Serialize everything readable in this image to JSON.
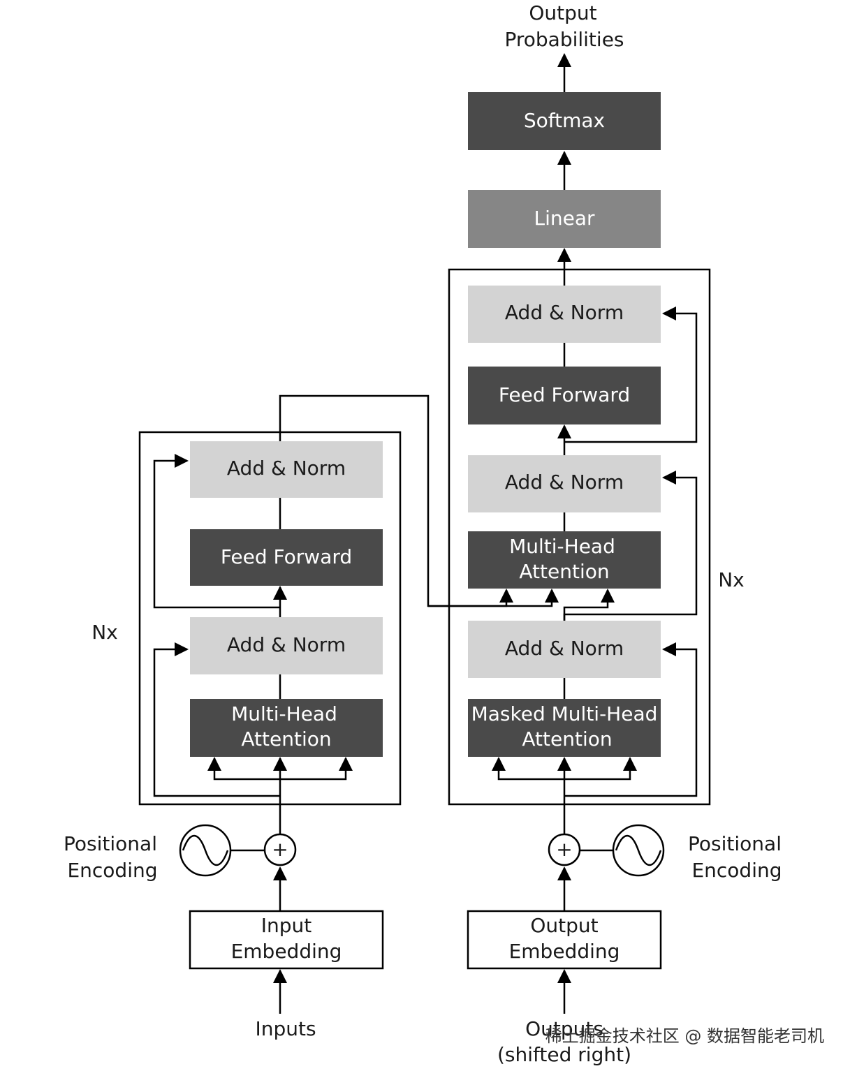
{
  "title": {
    "line1": "Output",
    "line2": "Probabilities"
  },
  "decoder": {
    "softmax": "Softmax",
    "linear": "Linear",
    "add_norm_top": "Add & Norm",
    "feed_forward": "Feed Forward",
    "add_norm_mid": "Add & Norm",
    "mha_line1": "Multi-Head",
    "mha_line2": "Attention",
    "add_norm_bottom": "Add & Norm",
    "masked_line1": "Masked Multi-Head",
    "masked_line2": "Attention",
    "repeat": "Nx",
    "pos_line1": "Positional",
    "pos_line2": "Encoding",
    "emb_line1": "Output",
    "emb_line2": "Embedding",
    "input_line1": "Outputs",
    "input_line2": "(shifted right)"
  },
  "encoder": {
    "add_norm_top": "Add & Norm",
    "feed_forward": "Feed Forward",
    "add_norm_bottom": "Add & Norm",
    "mha_line1": "Multi-Head",
    "mha_line2": "Attention",
    "repeat": "Nx",
    "pos_line1": "Positional",
    "pos_line2": "Encoding",
    "emb_line1": "Input",
    "emb_line2": "Embedding",
    "input": "Inputs"
  },
  "plus_symbol": "+",
  "watermark": "稀土掘金技术社区 @ 数据智能老司机",
  "colors": {
    "dark_block": "#4a4a4a",
    "mid_block": "#868686",
    "light_block": "#d3d3d3"
  }
}
